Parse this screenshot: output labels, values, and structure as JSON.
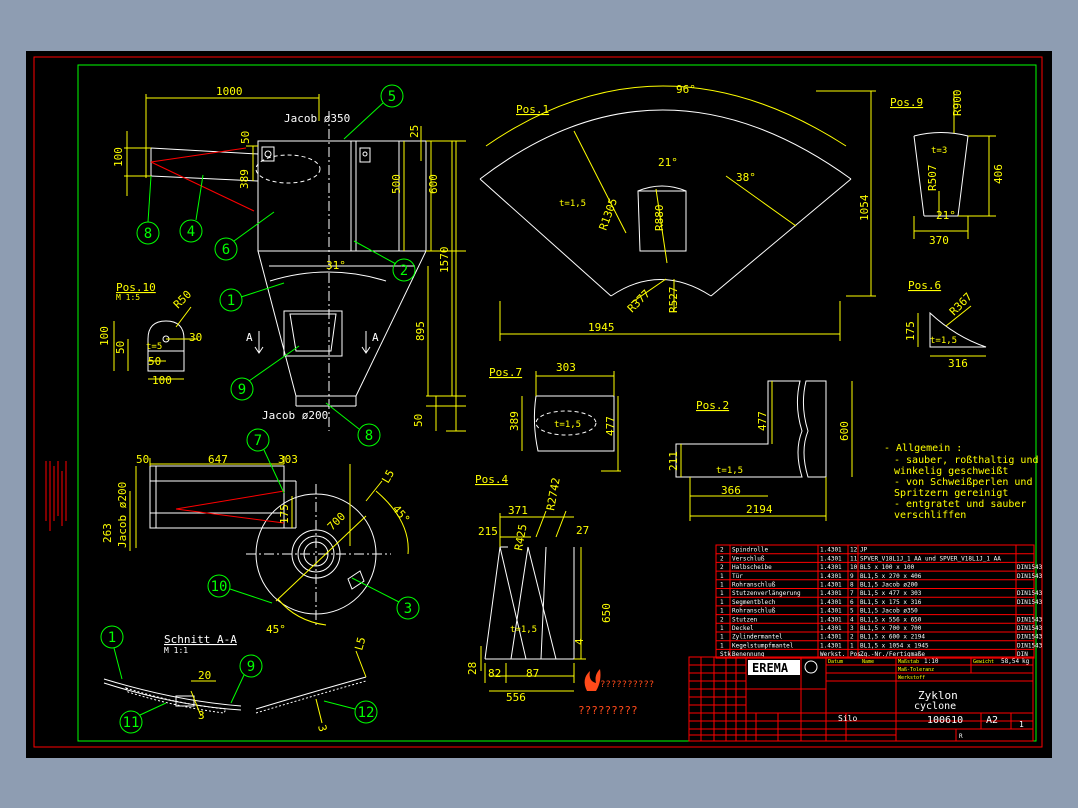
{
  "colors": {
    "background": "#8e9db2",
    "sheet": "#000000",
    "frame": "#ff0000",
    "border": "#00ff00",
    "geometry": "#ffffff",
    "dimension": "#ffff00",
    "balloon": "#00ff00",
    "table": "#ff0000"
  },
  "views": {
    "main": {
      "dims": {
        "d1000": "1000",
        "d100": "100",
        "d50": "50",
        "d389": "389",
        "d25": "25",
        "d500": "500",
        "d600": "600",
        "d1570": "1570",
        "d895": "895",
        "d50b": "50",
        "d31": "31°"
      },
      "jacob_top": "Jacob ø350",
      "jacob_bottom": "Jacob ø200",
      "section_a": "A",
      "balloons": [
        "5",
        "8",
        "4",
        "6",
        "2",
        "1",
        "9",
        "8"
      ]
    },
    "pos10": {
      "title": "Pos.10",
      "scale": "M 1:5",
      "dims": [
        "R50",
        "100",
        "50",
        "30",
        "t=5",
        "50",
        "100"
      ]
    },
    "plan": {
      "dims": [
        "50",
        "647",
        "303",
        "Jacob ø200",
        "263",
        "175",
        "700",
        "45°",
        "L5",
        "45°"
      ],
      "balloons": [
        "7",
        "10",
        "3"
      ]
    },
    "section": {
      "title": "Schnitt A-A",
      "scale": "M 1:1",
      "dims": [
        "20",
        "3",
        "L5",
        "3"
      ],
      "balloons": [
        "1",
        "9",
        "11",
        "12"
      ]
    },
    "pos1": {
      "title": "Pos.1",
      "dims": [
        "96°",
        "21°",
        "38°",
        "t=1,5",
        "R1305",
        "R880",
        "R377",
        "R527",
        "1945",
        "1054"
      ]
    },
    "pos9": {
      "title": "Pos.9",
      "dims": [
        "R900",
        "t=3",
        "R507",
        "406",
        "21°",
        "370"
      ]
    },
    "pos6": {
      "title": "Pos.6",
      "dims": [
        "R367",
        "175",
        "t=1,5",
        "316"
      ]
    },
    "pos7": {
      "title": "Pos.7",
      "dims": [
        "303",
        "389",
        "t=1,5",
        "477"
      ]
    },
    "pos2": {
      "title": "Pos.2",
      "dims": [
        "477",
        "600",
        "211",
        "t=1,5",
        "366",
        "2194"
      ]
    },
    "pos4": {
      "title": "Pos.4",
      "dims": [
        "371",
        "R2742",
        "215",
        "R425",
        "27",
        "t=1,5",
        "650",
        "4",
        "28",
        "82",
        "87",
        "556"
      ]
    }
  },
  "notes": {
    "title": "- Allgemein :",
    "lines": [
      "- sauber, roßthaltig und",
      "  winkelig geschweißt",
      "- von Schweißperlen und",
      "  Spritzern gereinigt",
      "- entgratet und sauber",
      "  verschliffen"
    ]
  },
  "bom": {
    "rows": [
      [
        "2",
        "Spindrolle",
        "1.4301",
        "12",
        "JP",
        ""
      ],
      [
        "2",
        "Verschluß",
        "1.4301",
        "11",
        "SPVER_V18L1J_1 AA und SPVER_V18L1J_1 AA",
        ""
      ],
      [
        "2",
        "Halbscheibe",
        "1.4301",
        "10",
        "BL5 x 100 x 100",
        "DIN1543"
      ],
      [
        "1",
        "Tür",
        "1.4301",
        "9",
        "BL1,5 x 270 x 406",
        "DIN1543"
      ],
      [
        "1",
        "Rohranschluß",
        "1.4301",
        "8",
        "BL1,5 Jacob ø200",
        ""
      ],
      [
        "1",
        "Stutzenverlängerung",
        "1.4301",
        "7",
        "BL1,5 x 477 x 303",
        "DIN1543"
      ],
      [
        "1",
        "Segmentblech",
        "1.4301",
        "6",
        "BL1,5 x 175 x 316",
        "DIN1543"
      ],
      [
        "1",
        "Rohranschluß",
        "1.4301",
        "5",
        "BL1,5 Jacob ø350",
        ""
      ],
      [
        "2",
        "Stutzen",
        "1.4301",
        "4",
        "BL1,5 x 556 x 650",
        "DIN1543"
      ],
      [
        "1",
        "Deckel",
        "1.4301",
        "3",
        "BL1,5 x 700 x 700",
        "DIN1543"
      ],
      [
        "1",
        "Zylindermantel",
        "1.4301",
        "2",
        "BL1,5 x 600 x 2194",
        "DIN1543"
      ],
      [
        "1",
        "Kegelstumpfmantel",
        "1.4301",
        "1",
        "BL1,5 x 1054 x 1945",
        "DIN1543"
      ]
    ],
    "header": [
      "Stk.",
      "Benennung",
      "Werkst.",
      "Pos.",
      "Zg.-Nr./Fertigmaße",
      "DIN"
    ]
  },
  "titleblock": {
    "logo": "EREMA",
    "title_de": "Zyklon",
    "title_en": "cyclone",
    "drawing_no": "100610",
    "format": "A2",
    "sheet": "1",
    "product": "Silo",
    "scale_label": "Maßstab",
    "scale": "1:10",
    "tolerance": "Maß-Toleranz",
    "material": "Werkstoff",
    "weight_label": "Gewicht",
    "weight": "58,54",
    "weight_unit": "kg",
    "date_label": "Datum",
    "name_label": "Name",
    "version": "R"
  },
  "stamp": {
    "zigzag": "??????????",
    "question": "?????????"
  }
}
